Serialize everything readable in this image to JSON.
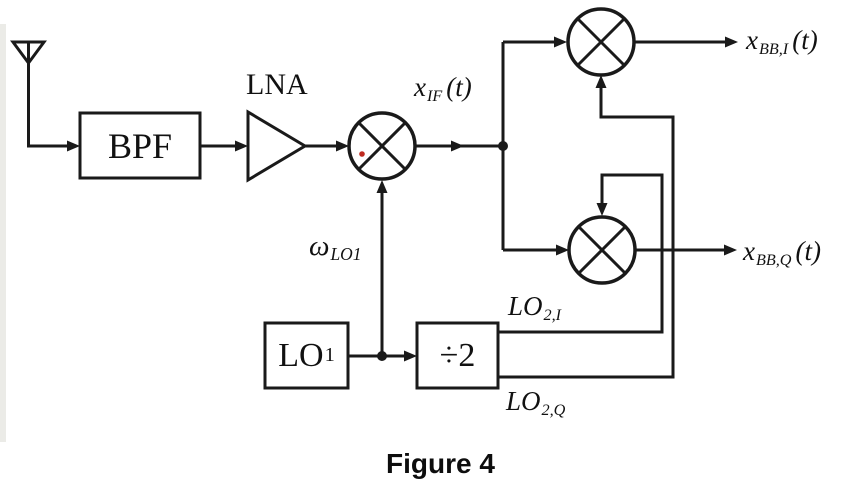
{
  "figure": {
    "caption": "Figure 4",
    "background_color": "#ffffff",
    "line_color": "#1a1a1a",
    "text_color": "#111111",
    "red_dot_color": "#bf2b20"
  },
  "blocks": {
    "bpf": {
      "label": "BPF"
    },
    "lna": {
      "label": "LNA"
    },
    "lo1": {
      "base": "LO",
      "sub": "1"
    },
    "div2": {
      "label": "÷2"
    }
  },
  "signals": {
    "xif": {
      "base": "x",
      "sub": "IF",
      "rest": "(t)"
    },
    "omega_lo1": {
      "base": "ω",
      "sub": "LO1"
    },
    "lo2i": {
      "base": "LO",
      "sub": "2,I"
    },
    "lo2q": {
      "base": "LO",
      "sub": "2,Q"
    },
    "xbbi": {
      "base": "x",
      "sub": "BB,I",
      "rest": "(t)"
    },
    "xbbq": {
      "base": "x",
      "sub": "BB,Q",
      "rest": "(t)"
    }
  },
  "icons": {
    "antenna": "inverted-triangle-with-feed-line",
    "mixer": "circle-with-x-multiplier",
    "junction_dot": "filled-circle",
    "arrowhead": "filled-triangle"
  }
}
